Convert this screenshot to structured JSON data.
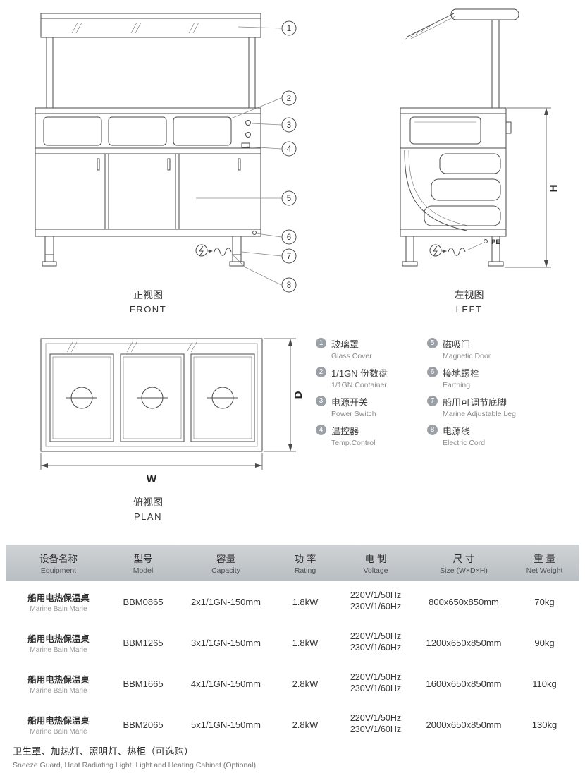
{
  "views": {
    "front": {
      "cn": "正视图",
      "en": "FRONT"
    },
    "left": {
      "cn": "左视图",
      "en": "LEFT"
    },
    "plan": {
      "cn": "俯视图",
      "en": "PLAN"
    }
  },
  "dims": {
    "h": "H",
    "w": "W",
    "d": "D",
    "pe": "PE"
  },
  "callouts": {
    "c1": "1",
    "c2": "2",
    "c3": "3",
    "c4": "4",
    "c5": "5",
    "c6": "6",
    "c7": "7",
    "c8": "8"
  },
  "legend": {
    "items": [
      {
        "num": "1",
        "cn": "玻璃罩",
        "en": "Glass Cover"
      },
      {
        "num": "2",
        "cn": "1/1GN 份数盘",
        "en": "1/1GN Container"
      },
      {
        "num": "3",
        "cn": "电源开关",
        "en": "Power Switch"
      },
      {
        "num": "4",
        "cn": "温控器",
        "en": "Temp.Control"
      },
      {
        "num": "5",
        "cn": "磁吸门",
        "en": "Magnetic Door"
      },
      {
        "num": "6",
        "cn": "接地螺栓",
        "en": "Earthing"
      },
      {
        "num": "7",
        "cn": "船用可调节底脚",
        "en": "Marine Adjustable Leg"
      },
      {
        "num": "8",
        "cn": "电源线",
        "en": "Electric Cord"
      }
    ]
  },
  "table": {
    "headers": {
      "equipment": {
        "cn": "设备名称",
        "en": "Equipment"
      },
      "model": {
        "cn": "型号",
        "en": "Model"
      },
      "capacity": {
        "cn": "容量",
        "en": "Capacity"
      },
      "rating": {
        "cn": "功 率",
        "en": "Rating"
      },
      "voltage": {
        "cn": "电 制",
        "en": "Voltage"
      },
      "size": {
        "cn": "尺 寸",
        "en": "Size (W×D×H)"
      },
      "weight": {
        "cn": "重 量",
        "en": "Net Weight"
      }
    },
    "rows": [
      {
        "cn": "船用电热保温桌",
        "en": "Marine Bain Marie",
        "model": "BBM0865",
        "capacity": "2x1/1GN-150mm",
        "rating": "1.8kW",
        "v1": "220V/1/50Hz",
        "v2": "230V/1/60Hz",
        "size": "800x650x850mm",
        "weight": "70kg"
      },
      {
        "cn": "船用电热保温桌",
        "en": "Marine Bain Marie",
        "model": "BBM1265",
        "capacity": "3x1/1GN-150mm",
        "rating": "1.8kW",
        "v1": "220V/1/50Hz",
        "v2": "230V/1/60Hz",
        "size": "1200x650x850mm",
        "weight": "90kg"
      },
      {
        "cn": "船用电热保温桌",
        "en": "Marine Bain Marie",
        "model": "BBM1665",
        "capacity": "4x1/1GN-150mm",
        "rating": "2.8kW",
        "v1": "220V/1/50Hz",
        "v2": "230V/1/60Hz",
        "size": "1600x650x850mm",
        "weight": "110kg"
      },
      {
        "cn": "船用电热保温桌",
        "en": "Marine Bain Marie",
        "model": "BBM2065",
        "capacity": "5x1/1GN-150mm",
        "rating": "2.8kW",
        "v1": "220V/1/50Hz",
        "v2": "230V/1/60Hz",
        "size": "2000x650x850mm",
        "weight": "130kg"
      }
    ]
  },
  "footnote": {
    "cn": "卫生罩、加热灯、照明灯、热柜（可选购）",
    "en": "Sneeze Guard, Heat Radiating Light, Light and Heating Cabinet (Optional)"
  }
}
